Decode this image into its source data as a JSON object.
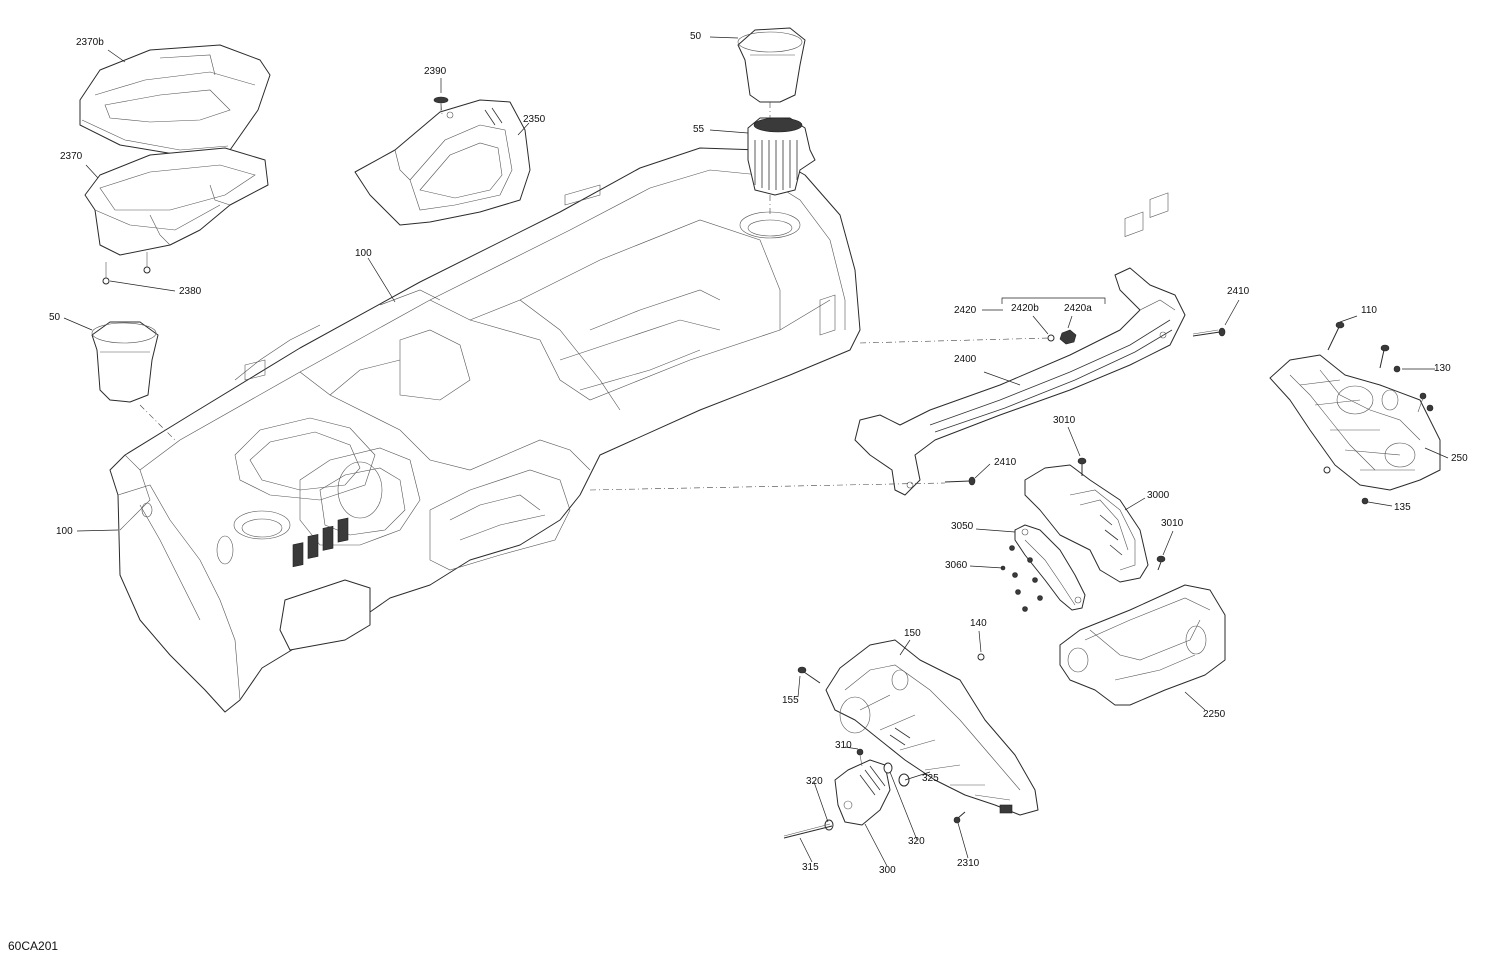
{
  "figure_code": "60CA201",
  "callouts": [
    {
      "id": "2370b",
      "text": "2370b"
    },
    {
      "id": "2370",
      "text": "2370"
    },
    {
      "id": "2380",
      "text": "2380"
    },
    {
      "id": "2390",
      "text": "2390"
    },
    {
      "id": "2350",
      "text": "2350"
    },
    {
      "id": "50a",
      "text": "50"
    },
    {
      "id": "55",
      "text": "55"
    },
    {
      "id": "50b",
      "text": "50"
    },
    {
      "id": "100a",
      "text": "100"
    },
    {
      "id": "100b",
      "text": "100"
    },
    {
      "id": "2420",
      "text": "2420"
    },
    {
      "id": "2420b",
      "text": "2420b"
    },
    {
      "id": "2420a",
      "text": "2420a"
    },
    {
      "id": "2410a",
      "text": "2410"
    },
    {
      "id": "2410b",
      "text": "2410"
    },
    {
      "id": "2400",
      "text": "2400"
    },
    {
      "id": "110",
      "text": "110"
    },
    {
      "id": "130",
      "text": "130"
    },
    {
      "id": "250",
      "text": "250"
    },
    {
      "id": "135",
      "text": "135"
    },
    {
      "id": "3010a",
      "text": "3010"
    },
    {
      "id": "3000",
      "text": "3000"
    },
    {
      "id": "3010b",
      "text": "3010"
    },
    {
      "id": "3050",
      "text": "3050"
    },
    {
      "id": "3060",
      "text": "3060"
    },
    {
      "id": "150",
      "text": "150"
    },
    {
      "id": "140",
      "text": "140"
    },
    {
      "id": "155",
      "text": "155"
    },
    {
      "id": "2250",
      "text": "2250"
    },
    {
      "id": "310",
      "text": "310"
    },
    {
      "id": "320a",
      "text": "320"
    },
    {
      "id": "325",
      "text": "325"
    },
    {
      "id": "320b",
      "text": "320"
    },
    {
      "id": "315",
      "text": "315"
    },
    {
      "id": "300",
      "text": "300"
    },
    {
      "id": "2310",
      "text": "2310"
    }
  ]
}
